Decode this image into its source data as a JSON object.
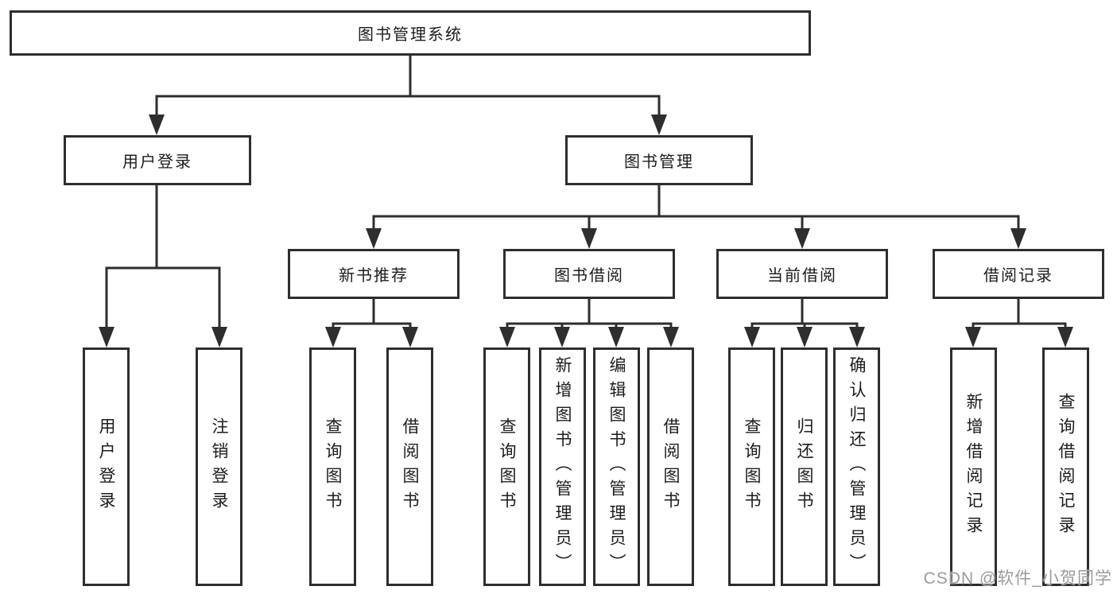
{
  "nodes": {
    "root": "图书管理系统",
    "level2": [
      "用户登录",
      "图书管理"
    ],
    "level3": [
      "新书推荐",
      "图书借阅",
      "当前借阅",
      "借阅记录"
    ],
    "leaves": [
      "用户登录",
      "注销登录",
      "查询图书",
      "借阅图书",
      "查询图书",
      "新增图书（管理员）",
      "编辑图书（管理员）",
      "借阅图书",
      "查询图书",
      "归还图书",
      "确认归还（管理员）",
      "新增借阅记录",
      "查询借阅记录"
    ]
  },
  "hierarchy": {
    "图书管理系统": {
      "用户登录": [
        "用户登录",
        "注销登录"
      ],
      "图书管理": {
        "新书推荐": [
          "查询图书",
          "借阅图书"
        ],
        "图书借阅": [
          "查询图书",
          "新增图书（管理员）",
          "编辑图书（管理员）",
          "借阅图书"
        ],
        "当前借阅": [
          "查询图书",
          "归还图书",
          "确认归还（管理员）"
        ],
        "借阅记录": [
          "新增借阅记录",
          "查询借阅记录"
        ]
      }
    }
  },
  "colors": {
    "line": "#2e2e2e",
    "text": "#1c1c1c",
    "watermark": "#9b9b9b",
    "background": "#ffffff"
  },
  "watermark": "CSDN @软件_小贺同学"
}
